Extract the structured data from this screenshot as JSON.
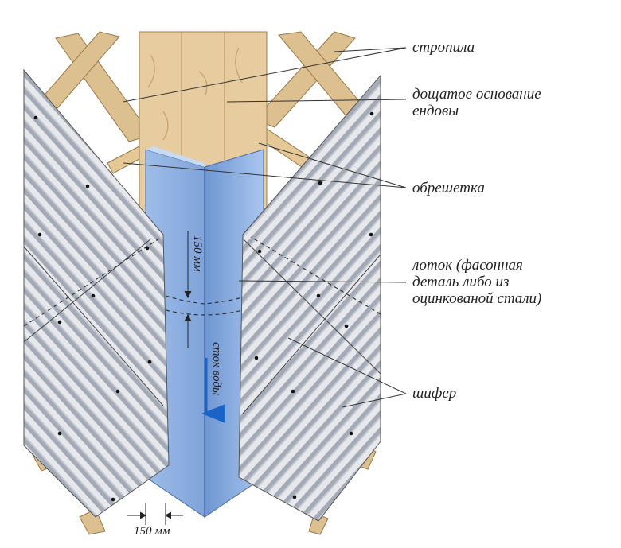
{
  "labels": {
    "rafters": "стропила",
    "valley_base": "дощатое основание ендовы",
    "valley_base_line1": "дощатое основание",
    "valley_base_line2": "ендовы",
    "battens": "обрешетка",
    "tray_line1": "лоток (фасонная",
    "tray_line2": "деталь либо из",
    "tray_line3": "оцинкованой стали)",
    "slate": "шифер",
    "overlap_dim": "150 мм",
    "width_dim": "150 мм",
    "water_flow": "сток воды"
  },
  "colors": {
    "wood": "#e3c89a",
    "wood_dark": "#b8935c",
    "steel": "#8fb0e0",
    "steel_light": "#b3cdf0",
    "slate_light": "#e4e6ea",
    "slate_dark": "#9aa2ae",
    "arrow": "#1a64c8",
    "leader": "#333333"
  }
}
